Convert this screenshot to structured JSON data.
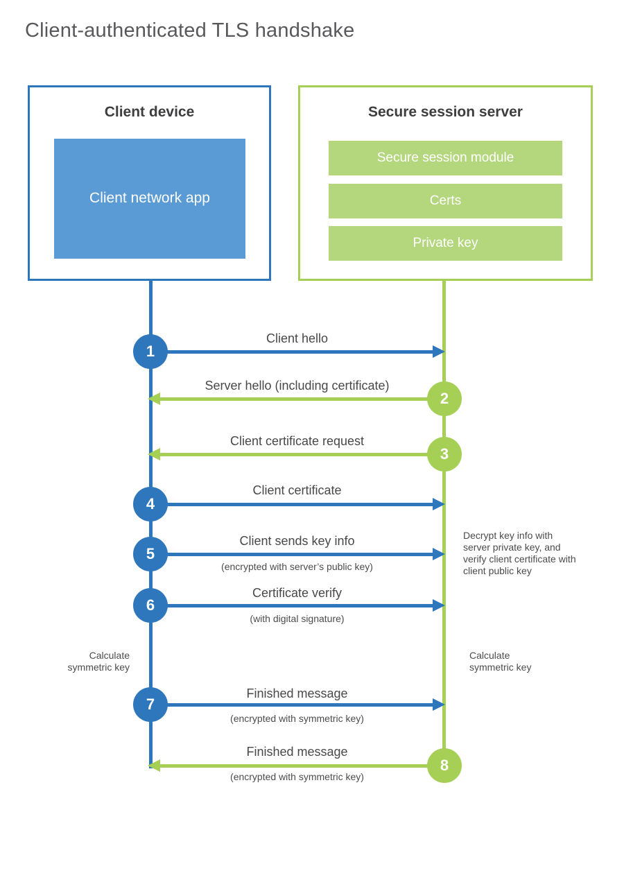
{
  "page": {
    "title": "Client-authenticated TLS handshake"
  },
  "client": {
    "title": "Client device",
    "app_label": "Client network app"
  },
  "server": {
    "title": "Secure session server",
    "modules": [
      {
        "label": "Secure session module"
      },
      {
        "label": "Certs"
      },
      {
        "label": "Private key"
      }
    ]
  },
  "steps": [
    {
      "num": "1",
      "actor": "client",
      "direction": "right",
      "label": "Client hello",
      "sub": ""
    },
    {
      "num": "2",
      "actor": "server",
      "direction": "left",
      "label": "Server hello (including certificate)",
      "sub": ""
    },
    {
      "num": "3",
      "actor": "server",
      "direction": "left",
      "label": "Client certificate request",
      "sub": ""
    },
    {
      "num": "4",
      "actor": "client",
      "direction": "right",
      "label": "Client certificate",
      "sub": ""
    },
    {
      "num": "5",
      "actor": "client",
      "direction": "right",
      "label": "Client sends key info",
      "sub": "(encrypted with server’s public key)"
    },
    {
      "num": "6",
      "actor": "client",
      "direction": "right",
      "label": "Certificate verify",
      "sub": "(with digital signature)"
    },
    {
      "num": "7",
      "actor": "client",
      "direction": "right",
      "label": "Finished message",
      "sub": "(encrypted with symmetric key)"
    },
    {
      "num": "8",
      "actor": "server",
      "direction": "left",
      "label": "Finished message",
      "sub": "(encrypted with symmetric key)"
    }
  ],
  "annotations": {
    "decrypt_note": "Decrypt key info with server private key, and verify client certificate with client public key",
    "calc_left": "Calculate symmetric key",
    "calc_right": "Calculate symmetric key"
  },
  "colors": {
    "blue": "#2E77BD",
    "blue_fill": "#5B9BD5",
    "green": "#A6CF55",
    "green_fill": "#B4D77E",
    "text": "#48484A",
    "heading": "#58585C"
  }
}
